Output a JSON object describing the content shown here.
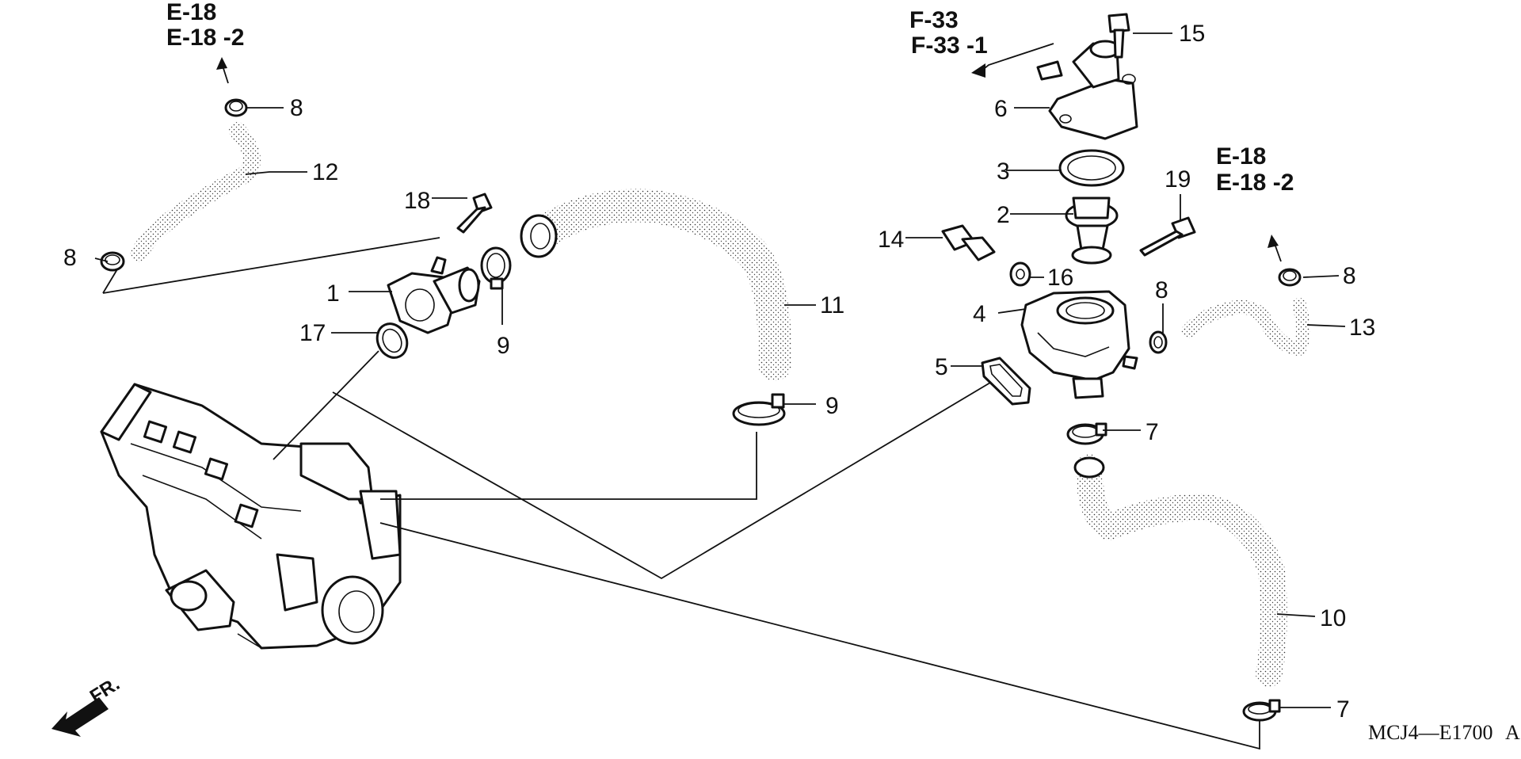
{
  "refs": {
    "top_left_a": "E-18",
    "top_left_b": "E-18 -2",
    "top_right_a": "F-33",
    "top_right_b": "F-33 -1",
    "mid_right_a": "E-18",
    "mid_right_b": "E-18 -2"
  },
  "callouts": {
    "c1": "1",
    "c2": "2",
    "c3": "3",
    "c4": "4",
    "c5": "5",
    "c6": "6",
    "c7a": "7",
    "c7b": "7",
    "c8a": "8",
    "c8b": "8",
    "c8c": "8",
    "c8d": "8",
    "c9a": "9",
    "c9b": "9",
    "c10": "10",
    "c11": "11",
    "c12": "12",
    "c13": "13",
    "c14": "14",
    "c15": "15",
    "c16": "16",
    "c17": "17",
    "c18": "18",
    "c19": "19"
  },
  "front_label": "FR.",
  "diagram_code": "MCJ4—E1700",
  "diagram_code_suffix": "A"
}
